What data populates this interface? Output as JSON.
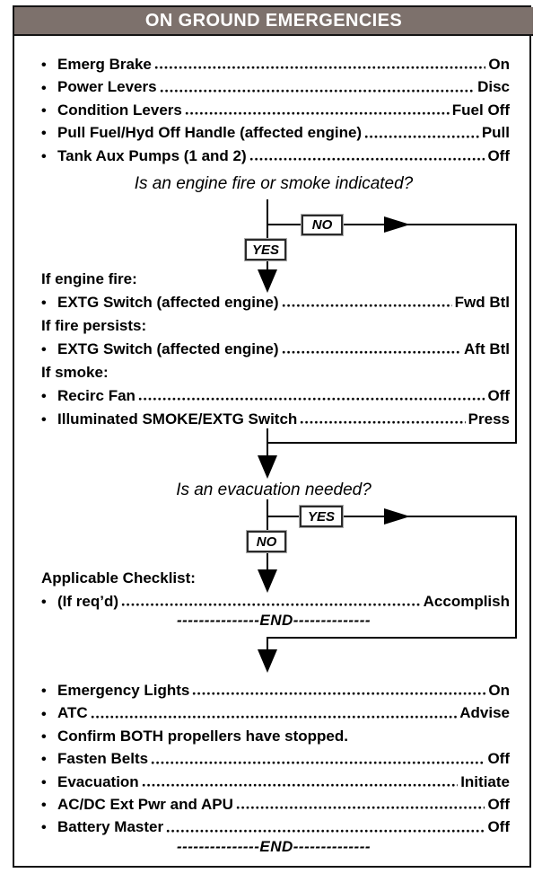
{
  "title": "ON GROUND EMERGENCIES",
  "glyphs": {
    "bullet": "•"
  },
  "colors": {
    "title_bg": "#7d716c",
    "title_text": "#ffffff",
    "line": "#000000"
  },
  "top": {
    "items": [
      {
        "label": "Emerg Brake",
        "value": "On"
      },
      {
        "label": "Power Levers",
        "value": "Disc"
      },
      {
        "label": "Condition Levers",
        "value": "Fuel Off"
      },
      {
        "label": "Pull Fuel/Hyd Off Handle (affected engine)",
        "value": "Pull"
      },
      {
        "label": "Tank Aux Pumps (1 and 2)",
        "value": "Off"
      }
    ]
  },
  "decision1": {
    "question": "Is an engine fire or smoke indicated?",
    "no_label": "NO",
    "yes_label": "YES"
  },
  "fire_section": {
    "lines": [
      {
        "type": "header",
        "label": "If engine fire:"
      },
      {
        "type": "item",
        "label": "EXTG Switch (affected engine)",
        "value": "Fwd Btl"
      },
      {
        "type": "header",
        "label": "If fire persists:"
      },
      {
        "type": "item",
        "label": "EXTG Switch (affected engine)",
        "value": "Aft Btl"
      },
      {
        "type": "header",
        "label": "If smoke:"
      },
      {
        "type": "item",
        "label": "Recirc Fan",
        "value": "Off"
      },
      {
        "type": "item",
        "label": "Illuminated SMOKE/EXTG Switch",
        "value": "Press"
      }
    ]
  },
  "decision2": {
    "question": "Is an evacuation needed?",
    "yes_label": "YES",
    "no_label": "NO"
  },
  "applicable": {
    "header": "Applicable Checklist:",
    "items": [
      {
        "label": "(If req’d)",
        "value": "Accomplish"
      }
    ],
    "end_label": "---------------END--------------"
  },
  "bottom": {
    "items": [
      {
        "label": "Emergency Lights",
        "value": "On"
      },
      {
        "label": "ATC",
        "value": "Advise"
      },
      {
        "label": "Confirm BOTH propellers have stopped.",
        "value": ""
      },
      {
        "label": "Fasten Belts",
        "value": "Off"
      },
      {
        "label": "Evacuation",
        "value": "Initiate"
      },
      {
        "label": "AC/DC Ext Pwr and APU",
        "value": "Off"
      },
      {
        "label": "Battery Master",
        "value": "Off"
      }
    ],
    "end_label": "---------------END--------------"
  }
}
